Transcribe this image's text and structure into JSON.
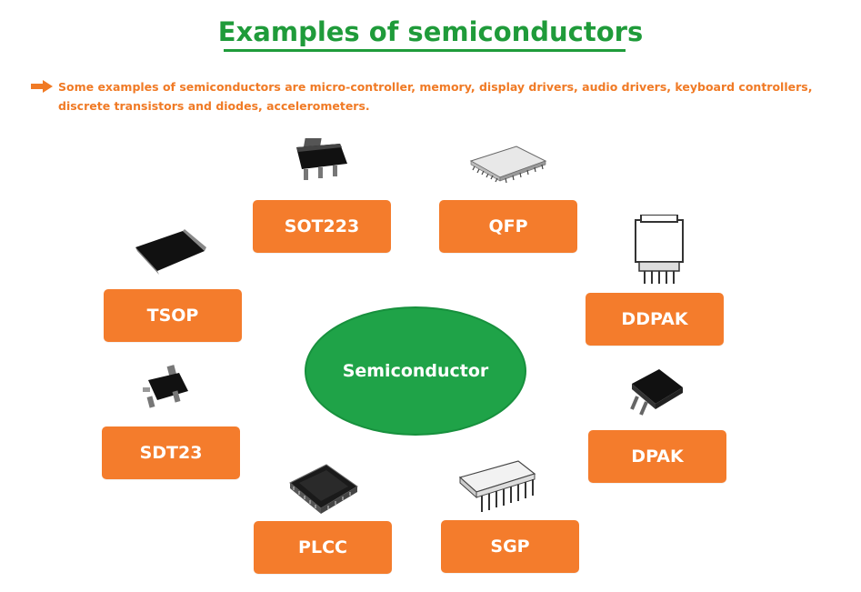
{
  "title": "Examples of semiconductors",
  "intro": "Some examples of semiconductors are micro-controller, memory, display drivers, audio drivers, keyboard controllers, discrete transistors and diodes, accelerometers.",
  "center_label": "Semiconductor",
  "packages": {
    "sot223": "SOT223",
    "qfp": "QFP",
    "tsop": "TSOP",
    "ddpak": "DDPAK",
    "sdt23": "SDT23",
    "dpak": "DPAK",
    "plcc": "PLCC",
    "sgp": "SGP"
  },
  "colors": {
    "title_green": "#1f9b3a",
    "box_orange": "#f47c2c",
    "text_orange": "#f07a25",
    "ellipse_green": "#1fa348"
  }
}
